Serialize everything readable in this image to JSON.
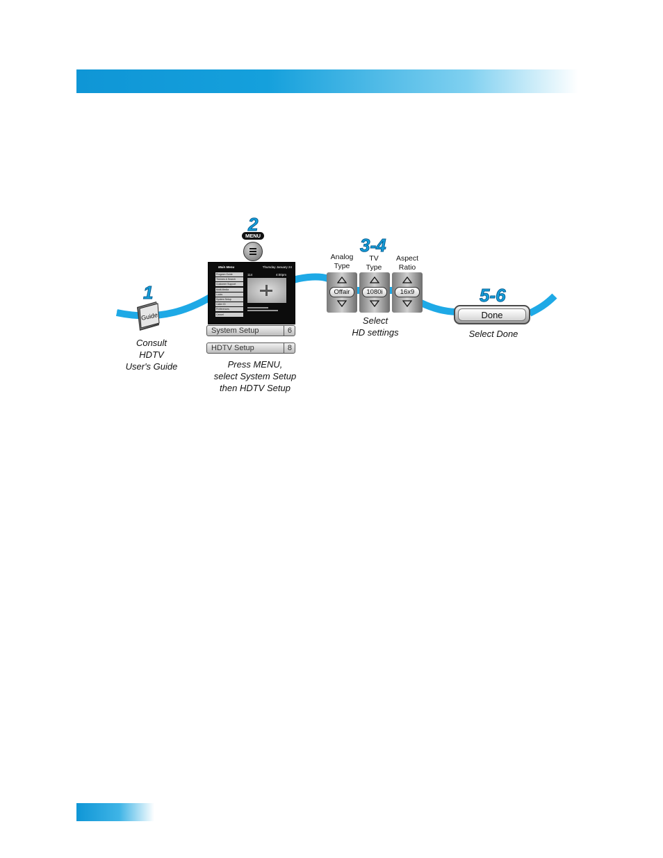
{
  "step1": {
    "number": "1",
    "book_label": "Guide",
    "caption": [
      "Consult",
      "HDTV",
      "User's Guide"
    ]
  },
  "step2": {
    "number": "2",
    "remote_button_label": "MENU",
    "tv_screen": {
      "header_title": "Main Menu",
      "header_date": "Thursday January 24",
      "preview_channel": "114",
      "preview_time": "4:00pm",
      "menu_items": [
        "Program Guide",
        "Themes & Search",
        "Customer Support",
        "Multi-Media",
        "Locks",
        "System Setup",
        "Caller ID",
        "Preferences",
        "Cancel"
      ]
    },
    "menu_rows": [
      {
        "label": "System Setup",
        "number": "6"
      },
      {
        "label": "HDTV Setup",
        "number": "8"
      }
    ],
    "caption": [
      "Press MENU,",
      "select System Setup",
      "then HDTV Setup"
    ]
  },
  "step34": {
    "number": "3-4",
    "controls": [
      {
        "label_line1": "Analog",
        "label_line2": "Type",
        "value": "Offair"
      },
      {
        "label_line1": "TV",
        "label_line2": "Type",
        "value": "1080i"
      },
      {
        "label_line1": "Aspect",
        "label_line2": "Ratio",
        "value": "16x9"
      }
    ],
    "caption": [
      "Select",
      "HD settings"
    ]
  },
  "step56": {
    "number": "5-6",
    "button_label": "Done",
    "caption": "Select Done"
  },
  "colors": {
    "accent_blue": "#15a0dc",
    "ribbon_blue": "#1ea9e6"
  }
}
